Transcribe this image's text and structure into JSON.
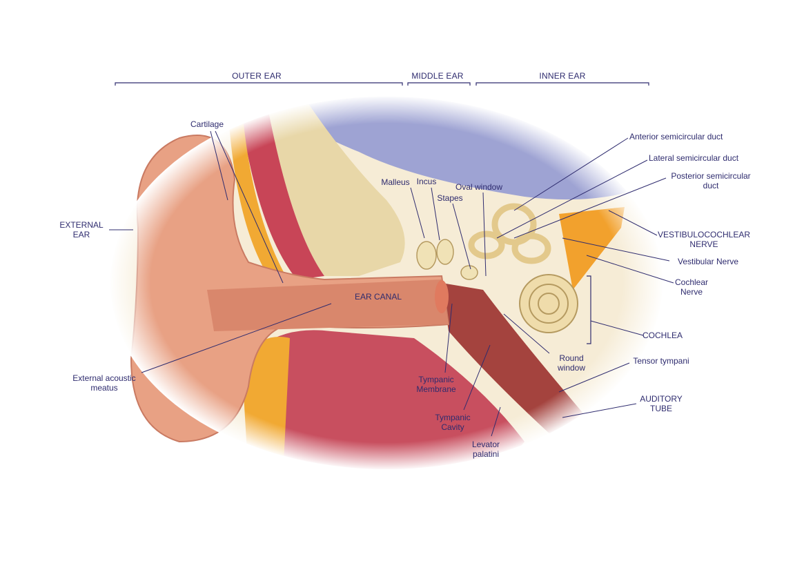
{
  "sections": {
    "outer": "OUTER EAR",
    "middle": "MIDDLE EAR",
    "inner": "INNER EAR"
  },
  "labels": {
    "cartilage": "Cartilage",
    "external_ear": [
      "EXTERNAL",
      "EAR"
    ],
    "external_acoustic_meatus": [
      "External acoustic",
      "meatus"
    ],
    "ear_canal": "EAR CANAL",
    "malleus": "Malleus",
    "incus": "Incus",
    "stapes": "Stapes",
    "oval_window": "Oval window",
    "anterior_semicircular_duct": "Anterior semicircular duct",
    "lateral_semicircular_duct": "Lateral semicircular duct",
    "posterior_semicircular_duct": [
      "Posterior semicircular",
      "duct"
    ],
    "vestibulocochlear_nerve": [
      "VESTIBULOCOCHLEAR",
      "NERVE"
    ],
    "vestibular_nerve": "Vestibular Nerve",
    "cochlear_nerve": [
      "Cochlear",
      "Nerve"
    ],
    "cochlea": "COCHLEA",
    "round_window": [
      "Round",
      "window"
    ],
    "tensor_tympani": "Tensor tympani",
    "auditory_tube": [
      "AUDITORY",
      "TUBE"
    ],
    "tympanic_membrane": [
      "Tympanic",
      "Membrane"
    ],
    "tympanic_cavity": [
      "Tympanic",
      "Cavity"
    ],
    "levator_palatini": [
      "Levator",
      "palatini"
    ]
  },
  "colors": {
    "label": "#2e2b6e",
    "skin": "#e9a58a",
    "bone": "#efe2c0",
    "brain": "#8f95cc",
    "muscle": "#c9475a",
    "nerve": "#f0a22a"
  }
}
